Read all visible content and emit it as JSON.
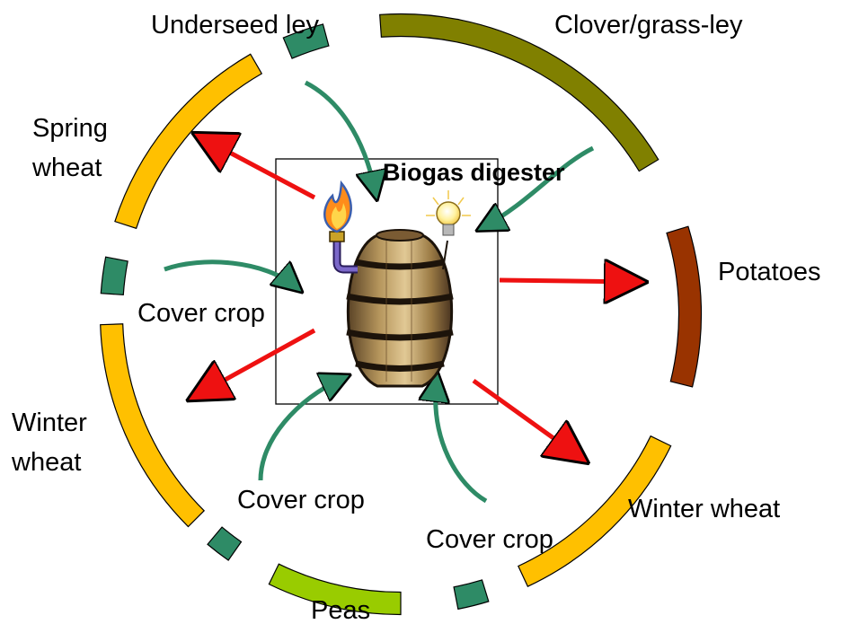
{
  "title": "Biogas digester",
  "colors": {
    "ley_green": "#808000",
    "underseed_green": "#2e8b66",
    "cover_green": "#2e8b66",
    "wheat_gold": "#ffc000",
    "potato_brown": "#993300",
    "peas_green": "#99cc00",
    "arrow_red": "#ee1111",
    "arrow_green": "#2e8b66",
    "box_border": "#000000"
  },
  "icons": [
    "flame-icon",
    "light-bulb-icon",
    "barrel-icon",
    "pipe-icon"
  ],
  "crops": {
    "underseed_ley": "Underseed ley",
    "clover_grass_ley": "Clover/grass-ley",
    "spring_wheat_line1": "Spring",
    "spring_wheat_line2": "wheat",
    "potatoes": "Potatoes",
    "cover_crop_left": "Cover crop",
    "winter_wheat_left_line1": "Winter",
    "winter_wheat_left_line2": "wheat",
    "cover_crop_bottom_left": "Cover crop",
    "cover_crop_bottom_right": "Cover crop",
    "winter_wheat_right": "Winter wheat",
    "peas": "Peas"
  },
  "flows": {
    "to_digester": [
      "underseed-ley",
      "clover-grass-ley",
      "cover-crop-left",
      "cover-crop-bottom-left",
      "cover-crop-bottom-right"
    ],
    "from_digester": [
      "spring-wheat",
      "potatoes",
      "winter-wheat-left",
      "winter-wheat-right"
    ]
  }
}
